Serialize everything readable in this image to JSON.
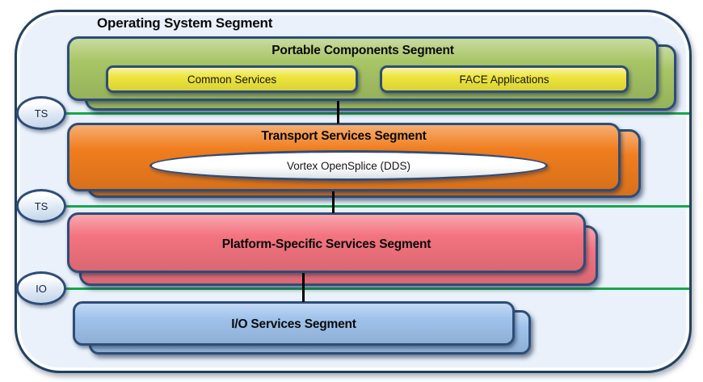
{
  "diagram": {
    "title": "Operating System Segment",
    "badges": [
      {
        "label": "TS"
      },
      {
        "label": "TS"
      },
      {
        "label": "IO"
      }
    ],
    "segments": {
      "portable": {
        "title": "Portable Components Segment",
        "components": [
          {
            "label": "Common Services"
          },
          {
            "label": "FACE Applications"
          }
        ]
      },
      "transport": {
        "title": "Transport Services Segment",
        "middleware": "Vortex OpenSplice (DDS)"
      },
      "platform": {
        "title": "Platform-Specific Services Segment"
      },
      "io": {
        "title": "I/O Services Segment"
      }
    }
  },
  "colors": {
    "outer_fill": "#eaf1fb",
    "outer_border": "#24405d",
    "border_navy": "#2e4d78",
    "green_fill": "#a7c565",
    "yellow_fill": "#ede43c",
    "orange_fill": "#f07d1e",
    "pink_fill": "#f3737f",
    "blue_fill": "#9fc2ec",
    "connector_green": "#17a64d",
    "connector_black": "#000000"
  }
}
